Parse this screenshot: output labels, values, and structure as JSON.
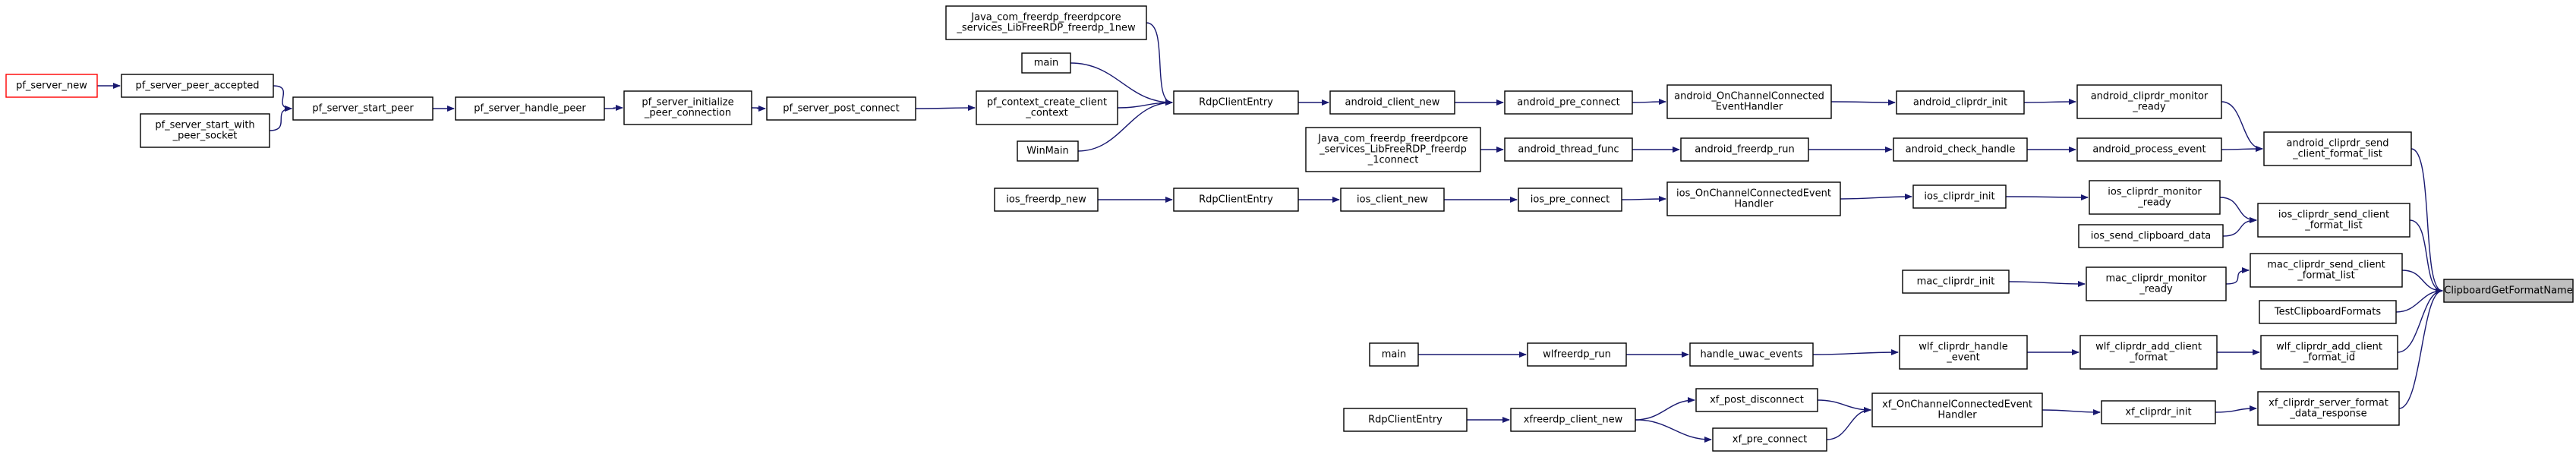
{
  "nodes": [
    {
      "id": "n1",
      "lines": [
        "pf_server_new"
      ],
      "style": "red"
    },
    {
      "id": "n2",
      "lines": [
        "pf_server_peer_accepted"
      ]
    },
    {
      "id": "n3",
      "lines": [
        "pf_server_start_with",
        "_peer_socket"
      ]
    },
    {
      "id": "n4",
      "lines": [
        "pf_server_start_peer"
      ]
    },
    {
      "id": "n5",
      "lines": [
        "pf_server_handle_peer"
      ]
    },
    {
      "id": "n6",
      "lines": [
        "pf_server_initialize",
        "_peer_connection"
      ]
    },
    {
      "id": "n7",
      "lines": [
        "pf_server_post_connect"
      ]
    },
    {
      "id": "n8",
      "lines": [
        "pf_context_create_client",
        "_context"
      ]
    },
    {
      "id": "n9",
      "lines": [
        "Java_com_freerdp_freerdpcore",
        "_services_LibFreeRDP_freerdp_1new"
      ]
    },
    {
      "id": "n10",
      "lines": [
        "main"
      ]
    },
    {
      "id": "n11",
      "lines": [
        "WinMain"
      ]
    },
    {
      "id": "n12",
      "lines": [
        "RdpClientEntry"
      ]
    },
    {
      "id": "n13",
      "lines": [
        "android_client_new"
      ]
    },
    {
      "id": "n14",
      "lines": [
        "android_pre_connect"
      ]
    },
    {
      "id": "n15",
      "lines": [
        "android_OnChannelConnected",
        "EventHandler"
      ]
    },
    {
      "id": "n16",
      "lines": [
        "android_cliprdr_init"
      ]
    },
    {
      "id": "n17",
      "lines": [
        "android_cliprdr_monitor",
        "_ready"
      ]
    },
    {
      "id": "n18",
      "lines": [
        "Java_com_freerdp_freerdpcore",
        "_services_LibFreeRDP_freerdp",
        "_1connect"
      ]
    },
    {
      "id": "n19",
      "lines": [
        "android_thread_func"
      ]
    },
    {
      "id": "n20",
      "lines": [
        "android_freerdp_run"
      ]
    },
    {
      "id": "n21",
      "lines": [
        "android_check_handle"
      ]
    },
    {
      "id": "n22",
      "lines": [
        "android_process_event"
      ]
    },
    {
      "id": "n23",
      "lines": [
        "android_cliprdr_send",
        "_client_format_list"
      ]
    },
    {
      "id": "n24",
      "lines": [
        "ios_freerdp_new"
      ]
    },
    {
      "id": "n25",
      "lines": [
        "RdpClientEntry"
      ]
    },
    {
      "id": "n26",
      "lines": [
        "ios_client_new"
      ]
    },
    {
      "id": "n27",
      "lines": [
        "ios_pre_connect"
      ]
    },
    {
      "id": "n28",
      "lines": [
        "ios_OnChannelConnectedEvent",
        "Handler"
      ]
    },
    {
      "id": "n29",
      "lines": [
        "ios_cliprdr_init"
      ]
    },
    {
      "id": "n30",
      "lines": [
        "ios_cliprdr_monitor",
        "_ready"
      ]
    },
    {
      "id": "n31",
      "lines": [
        "ios_send_clipboard_data"
      ]
    },
    {
      "id": "n32",
      "lines": [
        "ios_cliprdr_send_client",
        "_format_list"
      ]
    },
    {
      "id": "n33",
      "lines": [
        "mac_cliprdr_init"
      ]
    },
    {
      "id": "n34",
      "lines": [
        "mac_cliprdr_monitor",
        "_ready"
      ]
    },
    {
      "id": "n35",
      "lines": [
        "mac_cliprdr_send_client",
        "_format_list"
      ]
    },
    {
      "id": "n36",
      "lines": [
        "TestClipboardFormats"
      ]
    },
    {
      "id": "n37",
      "lines": [
        "ClipboardGetFormatName"
      ],
      "style": "root"
    },
    {
      "id": "n38",
      "lines": [
        "main"
      ]
    },
    {
      "id": "n39",
      "lines": [
        "wlfreerdp_run"
      ]
    },
    {
      "id": "n40",
      "lines": [
        "handle_uwac_events"
      ]
    },
    {
      "id": "n41",
      "lines": [
        "wlf_cliprdr_handle",
        "_event"
      ]
    },
    {
      "id": "n42",
      "lines": [
        "wlf_cliprdr_add_client",
        "_format"
      ]
    },
    {
      "id": "n43",
      "lines": [
        "wlf_cliprdr_add_client",
        "_format_id"
      ]
    },
    {
      "id": "n44",
      "lines": [
        "RdpClientEntry"
      ]
    },
    {
      "id": "n45",
      "lines": [
        "xfreerdp_client_new"
      ]
    },
    {
      "id": "n46",
      "lines": [
        "xf_post_disconnect"
      ]
    },
    {
      "id": "n47",
      "lines": [
        "xf_pre_connect"
      ]
    },
    {
      "id": "n48",
      "lines": [
        "xf_OnChannelConnectedEvent",
        "Handler"
      ]
    },
    {
      "id": "n49",
      "lines": [
        "xf_cliprdr_init"
      ]
    },
    {
      "id": "n50",
      "lines": [
        "xf_cliprdr_server_format",
        "_data_response"
      ]
    }
  ],
  "edges": [
    [
      "n1",
      "n2"
    ],
    [
      "n2",
      "n4"
    ],
    [
      "n3",
      "n4"
    ],
    [
      "n4",
      "n5"
    ],
    [
      "n5",
      "n6"
    ],
    [
      "n6",
      "n7"
    ],
    [
      "n7",
      "n8"
    ],
    [
      "n8",
      "n12"
    ],
    [
      "n9",
      "n12"
    ],
    [
      "n10",
      "n12"
    ],
    [
      "n11",
      "n12"
    ],
    [
      "n12",
      "n13"
    ],
    [
      "n13",
      "n14"
    ],
    [
      "n14",
      "n15"
    ],
    [
      "n15",
      "n16"
    ],
    [
      "n16",
      "n17"
    ],
    [
      "n17",
      "n23"
    ],
    [
      "n18",
      "n19"
    ],
    [
      "n19",
      "n20"
    ],
    [
      "n20",
      "n21"
    ],
    [
      "n21",
      "n22"
    ],
    [
      "n22",
      "n23"
    ],
    [
      "n23",
      "n37"
    ],
    [
      "n24",
      "n25"
    ],
    [
      "n25",
      "n26"
    ],
    [
      "n26",
      "n27"
    ],
    [
      "n27",
      "n28"
    ],
    [
      "n28",
      "n29"
    ],
    [
      "n29",
      "n30"
    ],
    [
      "n30",
      "n32"
    ],
    [
      "n31",
      "n32"
    ],
    [
      "n32",
      "n37"
    ],
    [
      "n33",
      "n34"
    ],
    [
      "n34",
      "n35"
    ],
    [
      "n35",
      "n37"
    ],
    [
      "n36",
      "n37"
    ],
    [
      "n38",
      "n39"
    ],
    [
      "n39",
      "n40"
    ],
    [
      "n40",
      "n41"
    ],
    [
      "n41",
      "n42"
    ],
    [
      "n42",
      "n43"
    ],
    [
      "n43",
      "n37"
    ],
    [
      "n44",
      "n45"
    ],
    [
      "n45",
      "n46"
    ],
    [
      "n45",
      "n47"
    ],
    [
      "n46",
      "n48"
    ],
    [
      "n47",
      "n48"
    ],
    [
      "n48",
      "n49"
    ],
    [
      "n49",
      "n50"
    ],
    [
      "n50",
      "n37"
    ]
  ]
}
